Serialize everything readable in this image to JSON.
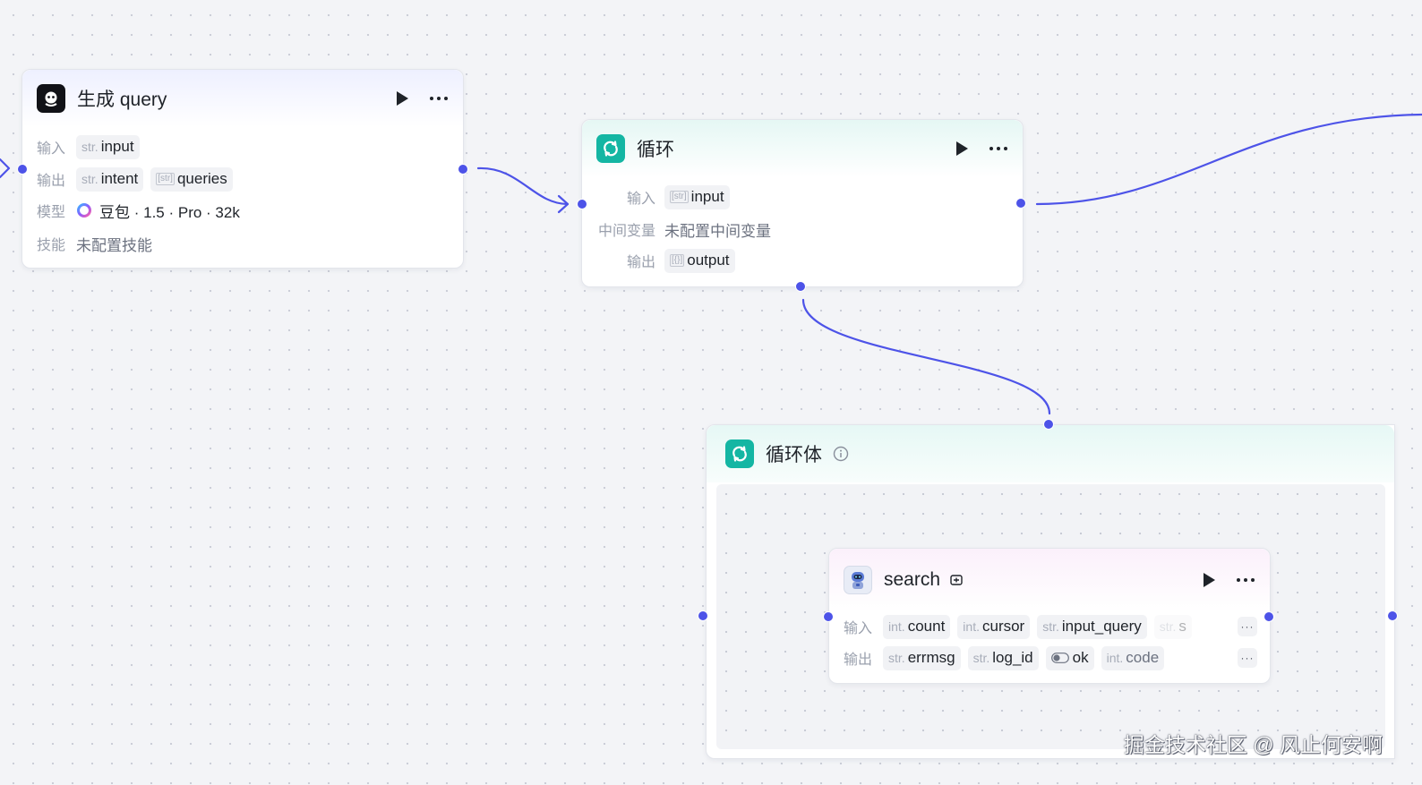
{
  "colors": {
    "edge": "#4d53e8",
    "port": "#4d53e8",
    "teal_icon": "#14b6a3",
    "black_icon": "#111217"
  },
  "node_generate": {
    "title": "生成 query",
    "icon": "llm-bot-icon",
    "input_label": "输入",
    "inputs": [
      {
        "type": "str.",
        "name": "input"
      }
    ],
    "output_label": "输出",
    "outputs": [
      {
        "type": "str.",
        "name": "intent"
      },
      {
        "type": "[str]",
        "name": "queries"
      }
    ],
    "model_label": "模型",
    "model_icon": "doubao-model-icon",
    "model_name": "豆包 · 1.5 · Pro · 32k",
    "skills_label": "技能",
    "skills_value": "未配置技能"
  },
  "node_loop": {
    "title": "循环",
    "icon": "loop-icon",
    "input_label": "输入",
    "inputs": [
      {
        "type": "[str]",
        "name": "input"
      }
    ],
    "var_label": "中间变量",
    "var_value": "未配置中间变量",
    "output_label": "输出",
    "outputs": [
      {
        "type": "[{}]",
        "name": "output"
      }
    ]
  },
  "node_loop_body": {
    "title": "循环体",
    "icon": "loop-icon"
  },
  "node_search": {
    "title": "search",
    "icon": "robot-avatar-icon",
    "input_label": "输入",
    "inputs": [
      {
        "type": "int.",
        "name": "count"
      },
      {
        "type": "int.",
        "name": "cursor"
      },
      {
        "type": "str.",
        "name": "input_query"
      },
      {
        "type": "str.",
        "name": "s"
      }
    ],
    "output_label": "输出",
    "outputs": [
      {
        "type": "str.",
        "name": "errmsg"
      },
      {
        "type": "str.",
        "name": "log_id"
      },
      {
        "type": "toggle",
        "name": "ok"
      },
      {
        "type": "int.",
        "name": "code"
      }
    ],
    "more_glyph": "···"
  },
  "watermark": "掘金技术社区 @ 风止何安啊"
}
